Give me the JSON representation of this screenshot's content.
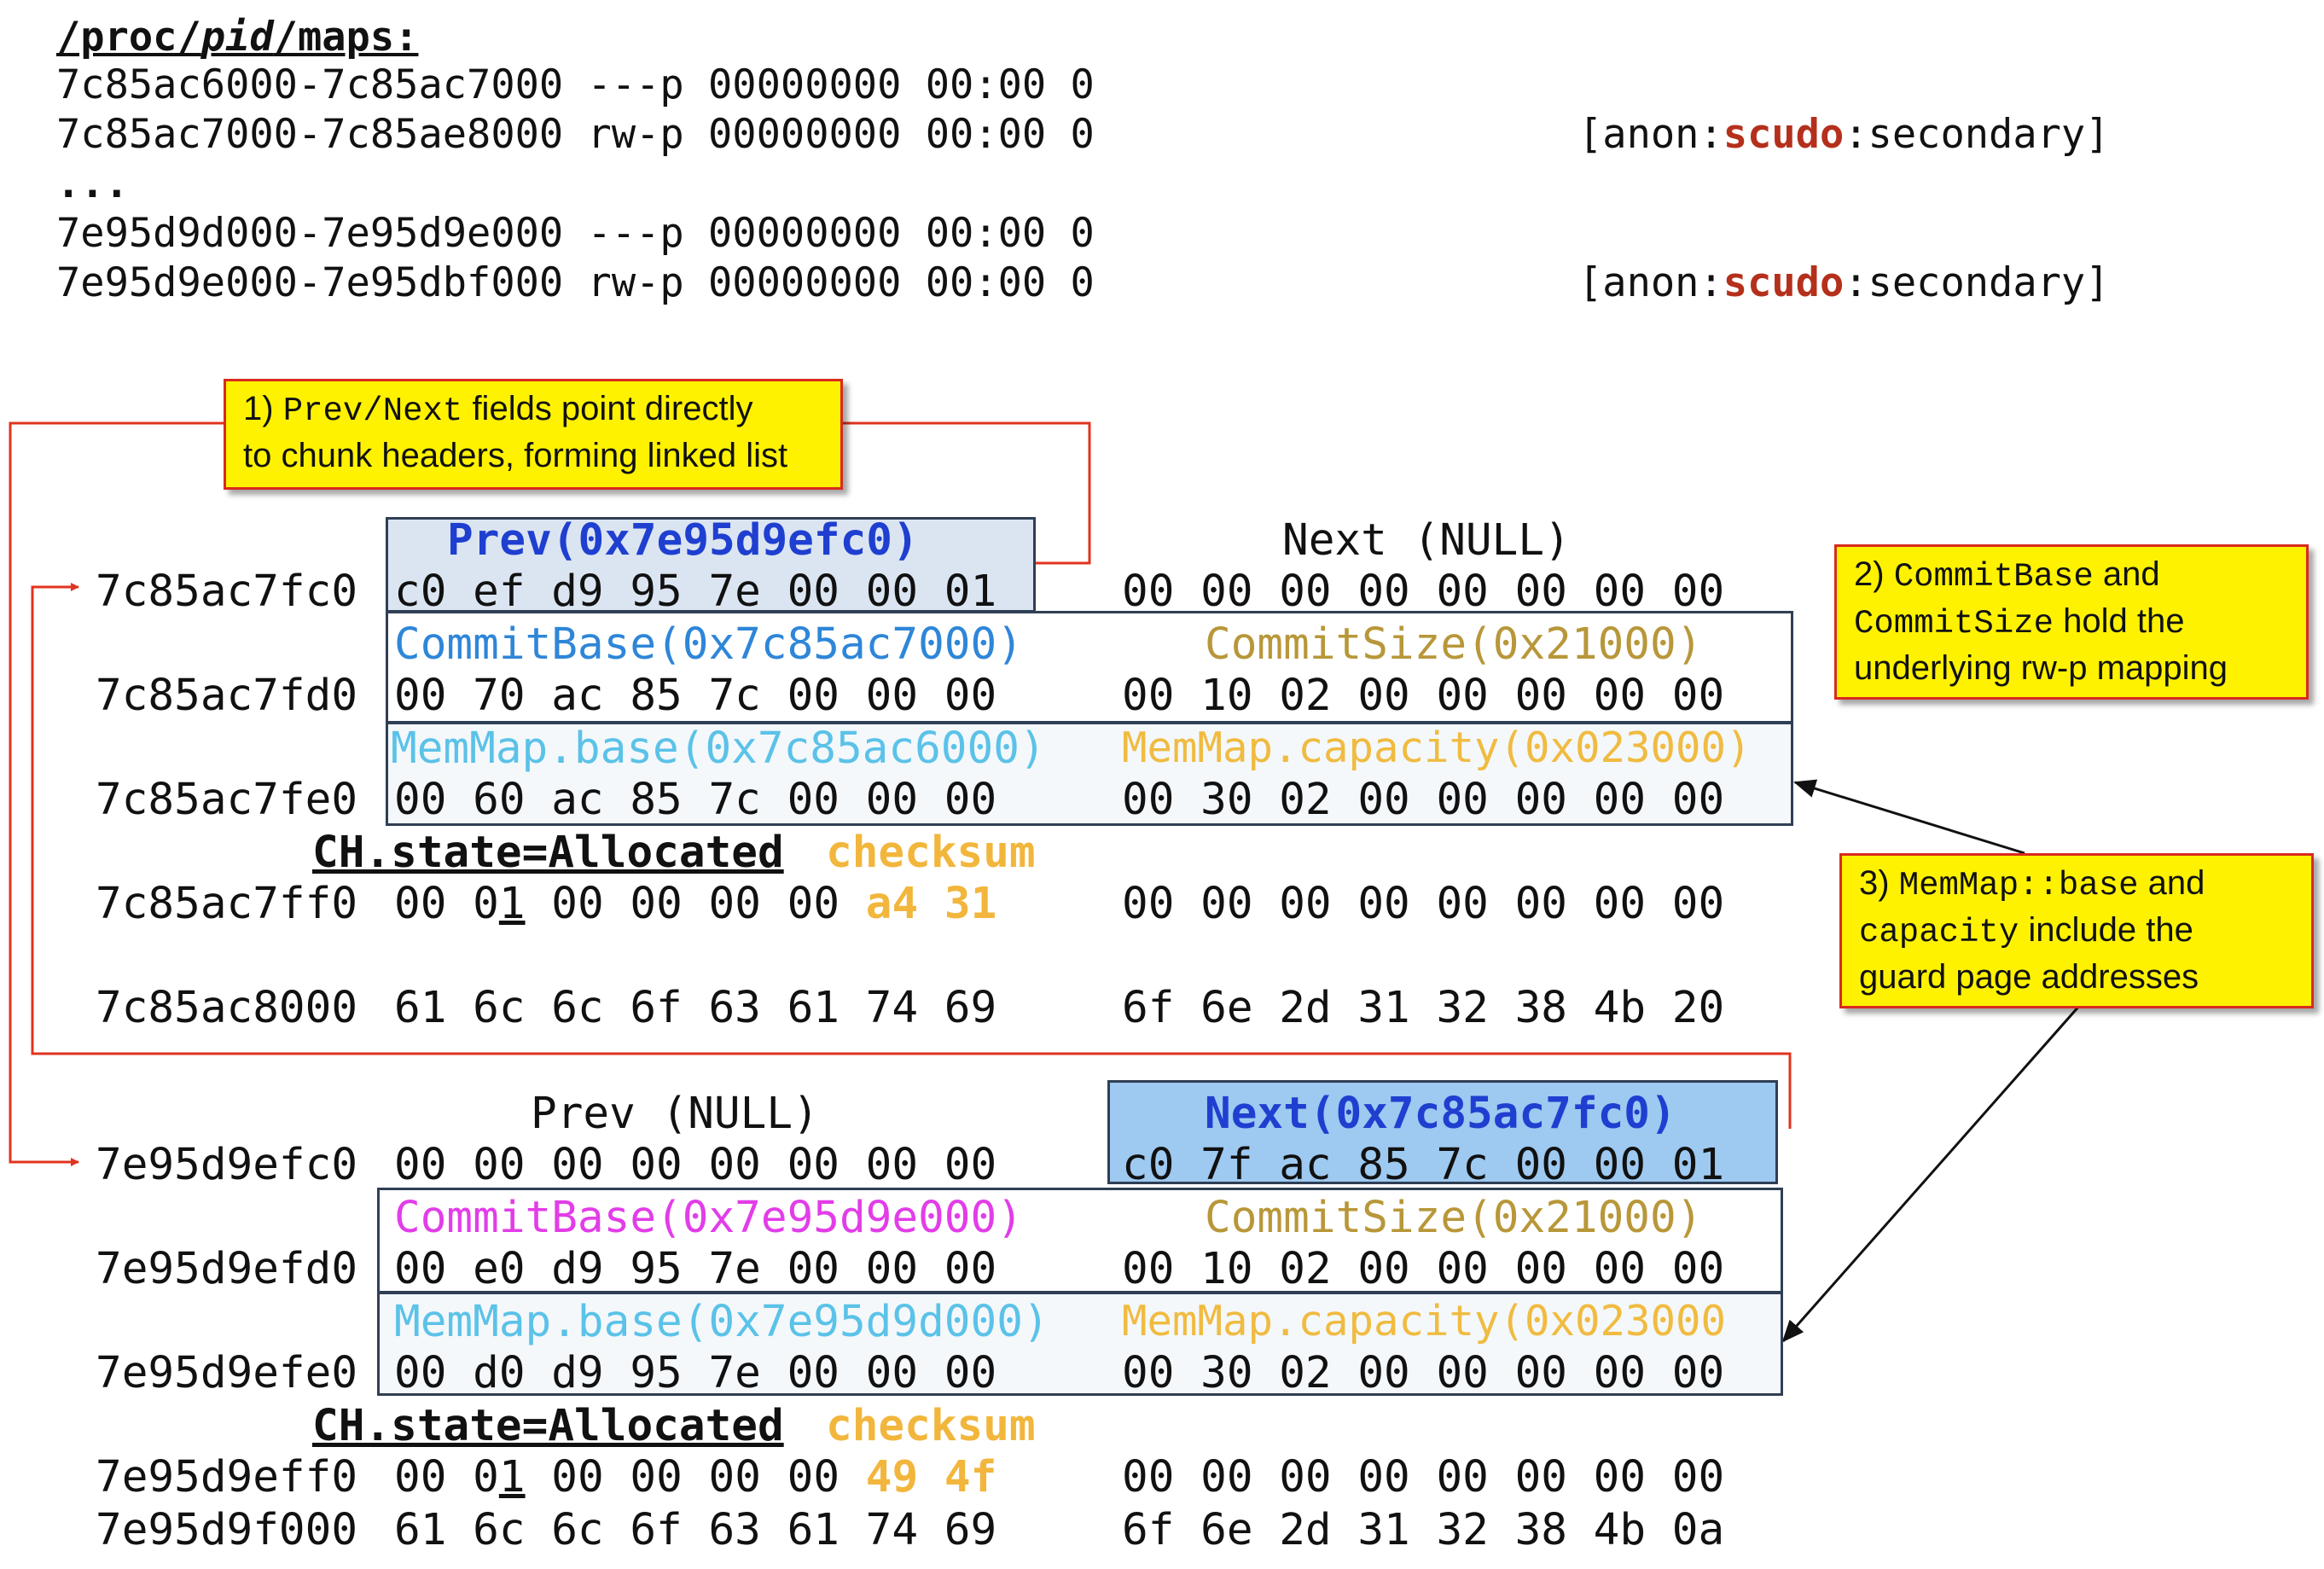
{
  "maps": {
    "heading_pre": "/proc/",
    "heading_pid": "pid",
    "heading_post": "/maps:",
    "lines": [
      {
        "range": "7c85ac6000-7c85ac7000",
        "perms": "---p",
        "offset": "00000000",
        "dev": "00:00",
        "inode": "0",
        "tag": ""
      },
      {
        "range": "7c85ac7000-7c85ae8000",
        "perms": "rw-p",
        "offset": "00000000",
        "dev": "00:00",
        "inode": "0",
        "tag": "secondary"
      },
      {
        "range": "...",
        "perms": "",
        "offset": "",
        "dev": "",
        "inode": "",
        "tag": ""
      },
      {
        "range": "7e95d9d000-7e95d9e000",
        "perms": "---p",
        "offset": "00000000",
        "dev": "00:00",
        "inode": "0",
        "tag": ""
      },
      {
        "range": "7e95d9e000-7e95dbf000",
        "perms": "rw-p",
        "offset": "00000000",
        "dev": "00:00",
        "inode": "0",
        "tag": "secondary"
      }
    ],
    "tag_pre": "[anon:",
    "tag_mid": "scudo",
    "tag_post": ":secondary]"
  },
  "notes": {
    "n1": {
      "num": "1) ",
      "code": "Prev/Next",
      "rest": " fields point directly",
      "line2": "to chunk headers, forming linked list"
    },
    "n2": {
      "num": "2) ",
      "code1": "CommitBase",
      "and": " and",
      "code2": "CommitSize",
      "hold": " hold the",
      "line3": "underlying rw-p mapping"
    },
    "n3": {
      "num": "3) ",
      "code1": "MemMap::base",
      "and": " and",
      "code2": "capacity",
      "include": " include the",
      "line3": "guard page addresses"
    }
  },
  "chunk1": {
    "prev_label": "Prev(0x7e95d9efc0)",
    "next_label": "Next (NULL)",
    "commitbase_label": "CommitBase(0x7c85ac7000)",
    "commitsize_label": "CommitSize(0x21000)",
    "memmap_base_label": "MemMap.base(0x7c85ac6000)",
    "memmap_cap_label": "MemMap.capacity(0x023000)",
    "state_label": "CH.state=Allocated",
    "checksum_label": "checksum",
    "rows": [
      {
        "addr": "7c85ac7fc0",
        "left": "c0 ef d9 95 7e 00 00 01",
        "right": "00 00 00 00 00 00 00 00"
      },
      {
        "addr": "7c85ac7fd0",
        "left": "00 70 ac 85 7c 00 00 00",
        "right": "00 10 02 00 00 00 00 00"
      },
      {
        "addr": "7c85ac7fe0",
        "left": "00 60 ac 85 7c 00 00 00",
        "right": "00 30 02 00 00 00 00 00"
      },
      {
        "addr": "7c85ac7ff0",
        "b0": "00",
        "b1a": "0",
        "b1b": "1",
        "b2_5": "00 00 00 00",
        "cs": "a4 31",
        "right": "00 00 00 00 00 00 00 00"
      },
      {
        "addr": "7c85ac8000",
        "left": "61 6c 6c 6f 63 61 74 69",
        "right": "6f 6e 2d 31 32 38 4b 20"
      }
    ]
  },
  "chunk2": {
    "prev_label": "Prev (NULL)",
    "next_label": "Next(0x7c85ac7fc0)",
    "commitbase_label": "CommitBase(0x7e95d9e000)",
    "commitsize_label": "CommitSize(0x21000)",
    "memmap_base_label": "MemMap.base(0x7e95d9d000)",
    "memmap_cap_label": "MemMap.capacity(0x023000",
    "state_label": "CH.state=Allocated",
    "checksum_label": "checksum",
    "rows": [
      {
        "addr": "7e95d9efc0",
        "left": "00 00 00 00 00 00 00 00",
        "right": "c0 7f ac 85 7c 00 00 01"
      },
      {
        "addr": "7e95d9efd0",
        "left": "00 e0 d9 95 7e 00 00 00",
        "right": "00 10 02 00 00 00 00 00"
      },
      {
        "addr": "7e95d9efe0",
        "left": "00 d0 d9 95 7e 00 00 00",
        "right": "00 30 02 00 00 00 00 00"
      },
      {
        "addr": "7e95d9eff0",
        "b0": "00",
        "b1a": "0",
        "b1b": "1",
        "b2_5": "00 00 00 00",
        "cs": "49 4f",
        "right": "00 00 00 00 00 00 00 00"
      },
      {
        "addr": "7e95d9f000",
        "left": "61 6c 6c 6f 63 61 74 69",
        "right": "6f 6e 2d 31 32 38 4b 0a"
      }
    ]
  },
  "colors": {
    "prev_blue": "#1f3fd0",
    "commitbase_blue": "#2e86d8",
    "memmap_base": "#5bc2e8",
    "commitsize": "#b8973a",
    "memmap_cap": "#f0bb40",
    "checksum": "#f2b63c",
    "magenta": "#e23de8",
    "arrow_red": "#e0341f",
    "prev_box": "#dbe5f2",
    "next_box": "#9ec9f0"
  }
}
